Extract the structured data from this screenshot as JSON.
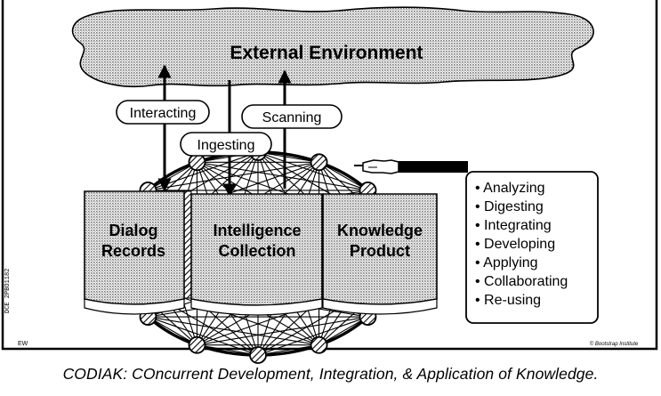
{
  "environment": {
    "label": "External Environment"
  },
  "flows": [
    {
      "label": "Interacting"
    },
    {
      "label": "Ingesting"
    },
    {
      "label": "Scanning"
    }
  ],
  "documents": [
    {
      "line1": "Dialog",
      "line2": "Records"
    },
    {
      "line1": "Intelligence",
      "line2": "Collection"
    },
    {
      "line1": "Knowledge",
      "line2": "Product"
    }
  ],
  "activities": [
    "Analyzing",
    "Digesting",
    "Integrating",
    "Developing",
    "Applying",
    "Collaborating",
    "Re-using"
  ],
  "footer": {
    "left_mark": "EW",
    "right_mark": "© Bootstrap Institute"
  },
  "side_stamp": "DCE 2PBO1182",
  "caption": "CODIAK:  COncurrent Development, Integration, & Application of Knowledge.",
  "colors": {
    "shading": "#c8c8c8",
    "ink": "#000000",
    "paper": "#ffffff"
  }
}
